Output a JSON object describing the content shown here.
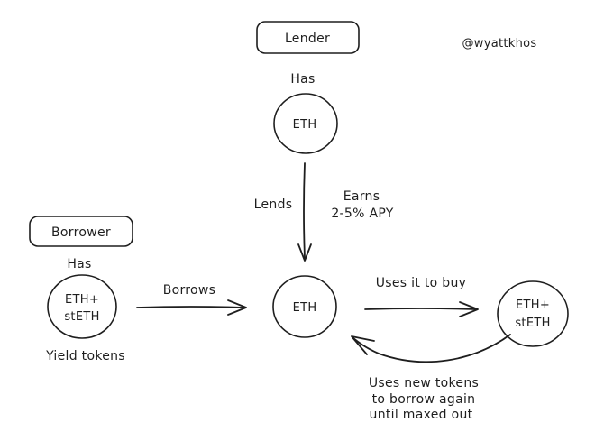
{
  "page": {
    "background": "#ffffff",
    "ink": "#1e1e1e"
  },
  "attribution": "@wyattkhos",
  "lender": {
    "label": "Lender",
    "has_label": "Has",
    "token": "ETH"
  },
  "borrower": {
    "label": "Borrower",
    "has_label": "Has",
    "token_line1": "ETH+",
    "token_line2": "stETH",
    "caption": "Yield tokens"
  },
  "center_node": {
    "token": "ETH"
  },
  "right_node": {
    "token_line1": "ETH+",
    "token_line2": "stETH"
  },
  "edges": {
    "lends_label": "Lends",
    "earns_line1": "Earns",
    "earns_line2": "2-5% APY",
    "borrows_label": "Borrows",
    "buy_label": "Uses it to buy",
    "loop_line1": "Uses new tokens",
    "loop_line2": "to borrow again",
    "loop_line3": "until maxed out"
  }
}
